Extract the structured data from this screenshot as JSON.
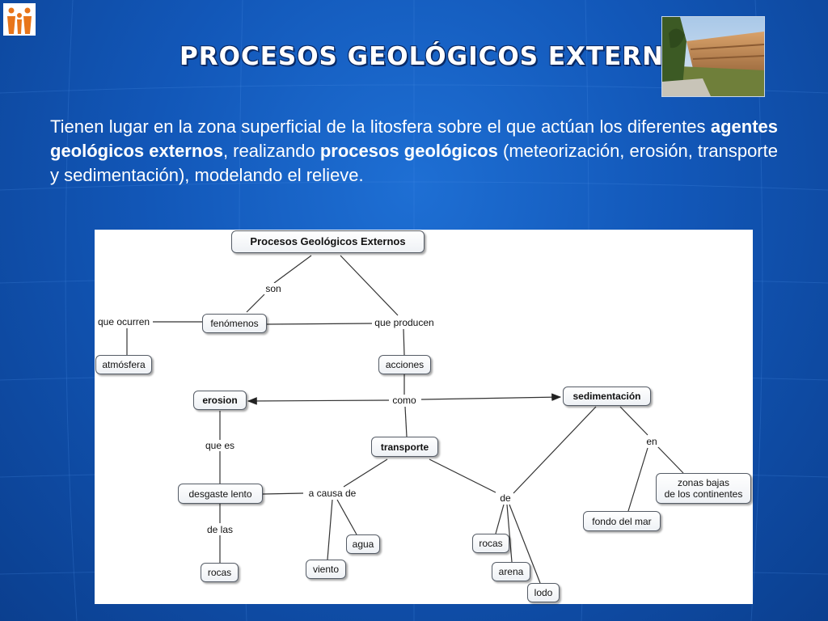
{
  "slide": {
    "title": "PROCESOS GEOLÓGICOS EXTERNOS",
    "intro": {
      "p1": "Tienen lugar en la zona superficial de la litosfera sobre el que actúan los diferentes ",
      "b1": "agentes geológicos externos",
      "p2": ", realizando ",
      "b2": "procesos geológicos",
      "p3": " (meteorización, erosión, transporte y sedimentación), modelando el relieve."
    },
    "icons": {
      "logo": "family-logo-icon",
      "photo": "canyon-landscape-photo"
    }
  },
  "concept_map": {
    "nodes": {
      "root": "Procesos Geológicos Externos",
      "fenomenos": "fenómenos",
      "atmosfera": "atmósfera",
      "acciones": "acciones",
      "erosion": "erosion",
      "sedimentacion": "sedimentación",
      "transporte": "transporte",
      "desgaste": "desgaste lento",
      "zonas1": "zonas bajas",
      "zonas2": "de los continentes",
      "fondo": "fondo del mar",
      "agua": "agua",
      "rocas_r": "rocas",
      "rocas_l": "rocas",
      "viento": "viento",
      "arena": "arena",
      "lodo": "lodo"
    },
    "links": {
      "son": "son",
      "ocurren": "que ocurren",
      "producen": "que producen",
      "como": "como",
      "quees": "que es",
      "en": "en",
      "acausa": "a causa de",
      "de": "de",
      "delas": "de las"
    }
  }
}
